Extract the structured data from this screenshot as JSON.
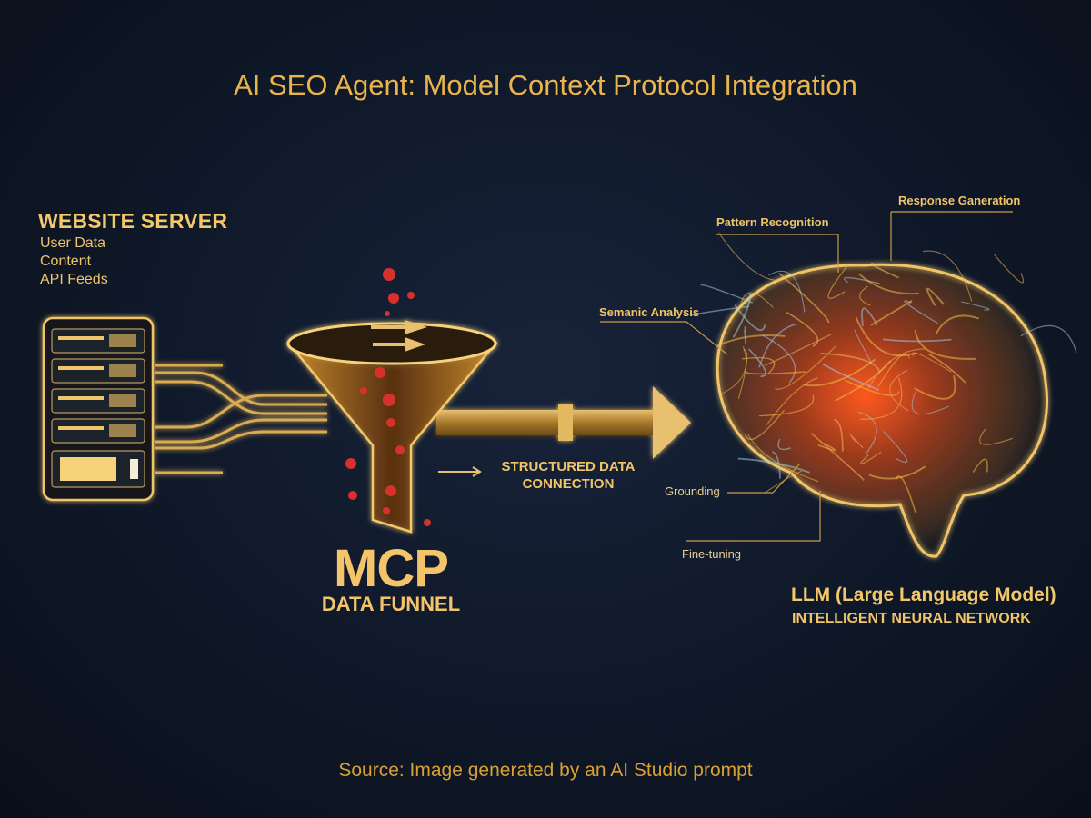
{
  "title": "AI SEO Agent: Model Context Protocol Integration",
  "website_server": {
    "title": "WEBSITE SERVER",
    "items": [
      "User Data",
      "Content",
      "API Feeds"
    ]
  },
  "funnel": {
    "title": "MCP",
    "subtitle": "DATA FUNNEL"
  },
  "connection": {
    "line1": "STRUCTURED DATA",
    "line2": "CONNECTION"
  },
  "brain": {
    "callouts": {
      "response_generation": "Response Ganeration",
      "pattern_recognition": "Pattern Recognition",
      "semantic_analysis": "Semanic Analysis",
      "grounding": "Grounding",
      "fine_tuning": "Fine-tuning"
    },
    "title": "LLM (Large Language Model)",
    "subtitle": "INTELLIGENT NEURAL NETWORK"
  },
  "source": "Source: Image generated by an AI Studio prompt",
  "colors": {
    "gold": "#f0c468",
    "title": "#e9b44c",
    "red": "#d8302a",
    "background": "#0f1726"
  }
}
